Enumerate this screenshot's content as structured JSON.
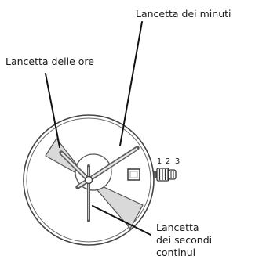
{
  "labels": {
    "minute_hand": "Lancetta dei minuti",
    "hour_hand": "Lancetta delle ore",
    "seconds_hand_line1": "Lancetta",
    "seconds_hand_line2": "dei secondi",
    "seconds_hand_line3": "continui"
  },
  "crown_positions": [
    "1",
    "2",
    "3"
  ],
  "colors": {
    "line": "#111111",
    "hand_fill": "#d9d9d9",
    "hand_stroke": "#555555",
    "case_stroke": "#444444"
  }
}
